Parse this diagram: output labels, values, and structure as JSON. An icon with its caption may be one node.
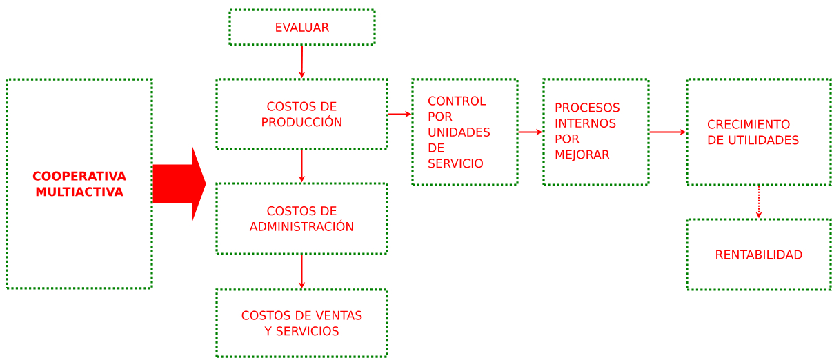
{
  "diagram": {
    "nodes": [
      {
        "text": [
          "COOPERATIVA MULTIACTIVA"
        ]
      },
      {
        "text": [
          "EVALUAR"
        ]
      },
      {
        "text": [
          "COSTOS DE PRODUCCIÓN"
        ]
      },
      {
        "text": [
          "COSTOS DE ADMINISTRACIÓN"
        ]
      },
      {
        "text": [
          "COSTOS DE VENTAS Y SERVICIOS"
        ]
      },
      {
        "text": [
          "CONTROL POR UNIDADES DE SERVICIO"
        ]
      },
      {
        "text": [
          "PROCESOS INTERNOS POR MEJORAR"
        ]
      },
      {
        "text": [
          "CRECIMIENTO DE UTILIDADES"
        ]
      },
      {
        "text": [
          "RENTABILIDAD"
        ]
      }
    ],
    "edges": [
      {
        "from": 0,
        "to": null,
        "arrow": "to",
        "style": "thick"
      },
      {
        "from": 1,
        "to": 2,
        "arrow": "to"
      },
      {
        "from": 2,
        "to": 3,
        "arrow": "to"
      },
      {
        "from": 3,
        "to": 4,
        "arrow": "to"
      },
      {
        "from": 2,
        "to": 5,
        "arrow": "to"
      },
      {
        "from": 5,
        "to": 6,
        "arrow": "to"
      },
      {
        "from": 6,
        "to": 7,
        "arrow": "to"
      },
      {
        "from": 7,
        "to": 8,
        "arrow": "to",
        "style": "dashed"
      }
    ]
  }
}
